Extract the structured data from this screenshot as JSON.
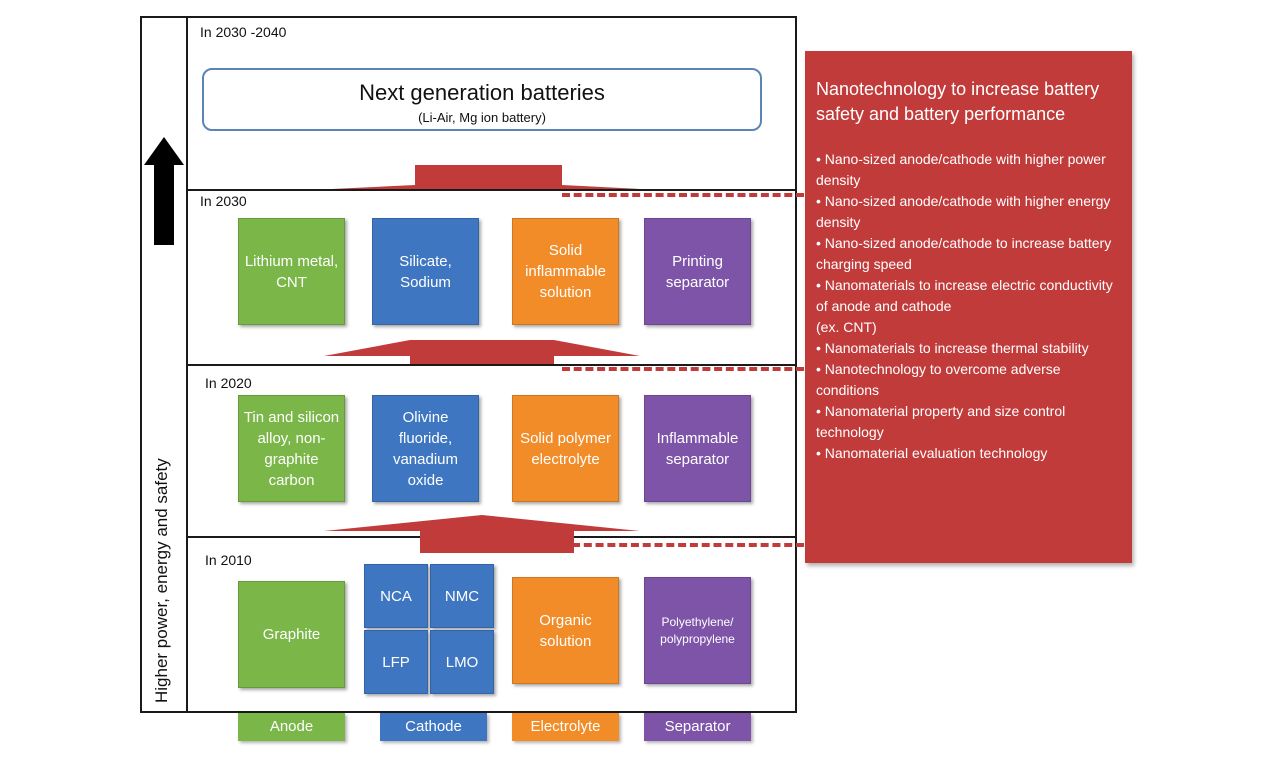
{
  "side_label": "Higher power, energy and safety",
  "eras": {
    "e2030_2040": "In 2030 -2040",
    "e2030": "In 2030",
    "e2020": "In 2020",
    "e2010": "In 2010"
  },
  "next_gen": {
    "title": "Next generation batteries",
    "subtitle": "(Li-Air, Mg ion battery)"
  },
  "row2030": {
    "anode": "Lithium metal, CNT",
    "cathode": "Silicate, Sodium",
    "electrolyte": "Solid inflammable solution",
    "separator": "Printing separator"
  },
  "row2020": {
    "anode": "Tin and silicon alloy, non-graphite carbon",
    "cathode": "Olivine fluoride, vanadium oxide",
    "electrolyte": "Solid polymer electrolyte",
    "separator": "Inflammable separator"
  },
  "row2010": {
    "anode": "Graphite",
    "cathode_cells": [
      "NCA",
      "NMC",
      "LFP",
      "LMO"
    ],
    "electrolyte": "Organic solution",
    "separator": "Polyethylene/ polypropylene"
  },
  "categories": {
    "anode": "Anode",
    "cathode": "Cathode",
    "electrolyte": "Electrolyte",
    "separator": "Separator"
  },
  "panel": {
    "title": "Nanotechnology  to increase battery safety and  battery performance",
    "bullets": [
      "•  Nano-sized anode/cathode with higher power density",
      "•  Nano-sized anode/cathode with higher energy density",
      "• Nano-sized anode/cathode to increase battery charging speed",
      "• Nanomaterials to increase electric conductivity of anode and cathode",
      " (ex. CNT)",
      "• Nanomaterials to increase thermal stability",
      "• Nanotechnology to overcome  adverse conditions",
      "• Nanomaterial property and size control technology",
      "• Nanomaterial evaluation technology"
    ]
  },
  "colors": {
    "anode": "#7ab648",
    "cathode": "#3e76c1",
    "electrolyte": "#f28c28",
    "separator": "#7e54a8",
    "red": "#c23b3b"
  }
}
